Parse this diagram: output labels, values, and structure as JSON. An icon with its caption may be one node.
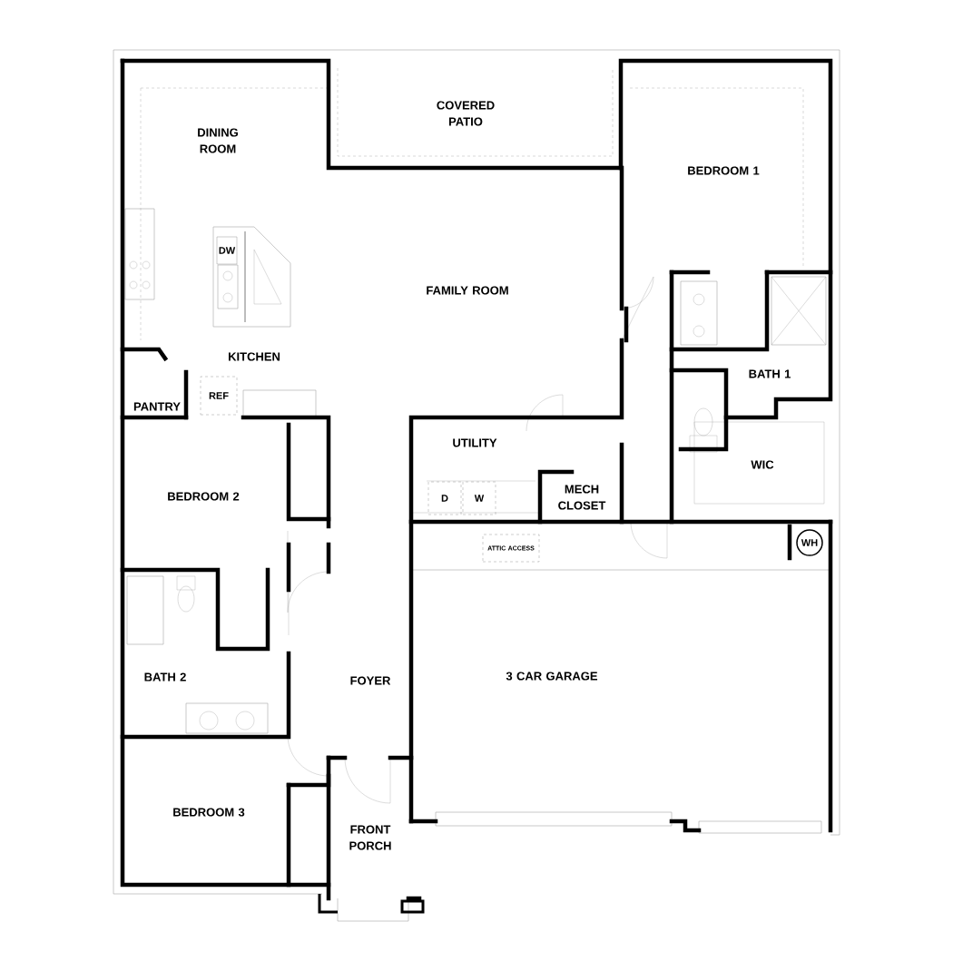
{
  "diagram": {
    "nodes": [
      {
        "text": [
          "DW"
        ]
      },
      {
        "text": [
          "REF"
        ]
      },
      {
        "text": [
          "D"
        ]
      },
      {
        "text": [
          "W"
        ]
      },
      {
        "text": [
          "ATTIC ACCESS"
        ]
      },
      {
        "text": [
          "WH"
        ]
      }
    ],
    "labels": [
      "COVERED PATIO",
      "DINING ROOM",
      "BEDROOM 1",
      "FAMILY ROOM",
      "KITCHEN",
      "BATH 1",
      "PANTRY",
      "UTILITY",
      "WIC",
      "BEDROOM 2",
      "MECH CLOSET",
      "FOYER",
      "3 CAR GARAGE",
      "BATH 2",
      "BEDROOM 3",
      "FRONT PORCH"
    ]
  }
}
